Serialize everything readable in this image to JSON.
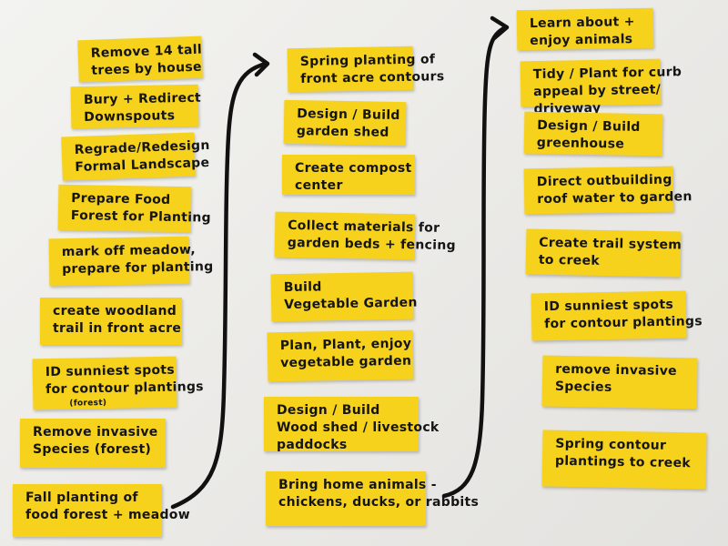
{
  "columns": [
    {
      "notes": [
        {
          "lines": [
            "Remove 14 tall",
            "trees by house"
          ]
        },
        {
          "lines": [
            "Bury + Redirect",
            "Downspouts"
          ]
        },
        {
          "lines": [
            "Regrade/Redesign",
            "Formal Landscape"
          ]
        },
        {
          "lines": [
            "Prepare Food",
            "Forest for Planting"
          ]
        },
        {
          "lines": [
            "mark off meadow,",
            "prepare for planting"
          ]
        },
        {
          "lines": [
            "create woodland",
            "trail in front acre"
          ]
        },
        {
          "lines": [
            "ID sunniest spots",
            "for contour plantings"
          ],
          "sub": "(forest)"
        },
        {
          "lines": [
            "Remove invasive",
            "Species (forest)"
          ]
        },
        {
          "lines": [
            "Fall planting of",
            "food forest + meadow"
          ]
        }
      ]
    },
    {
      "notes": [
        {
          "lines": [
            "Spring planting of",
            "front acre contours"
          ]
        },
        {
          "lines": [
            "Design / Build",
            "garden shed"
          ]
        },
        {
          "lines": [
            "Create compost",
            "center"
          ]
        },
        {
          "lines": [
            "Collect materials for",
            "garden beds + fencing"
          ]
        },
        {
          "lines": [
            "Build",
            "Vegetable Garden"
          ]
        },
        {
          "lines": [
            "Plan, Plant, enjoy",
            "vegetable garden"
          ]
        },
        {
          "lines": [
            "Design / Build",
            "Wood shed / livestock",
            "paddocks"
          ]
        },
        {
          "lines": [
            "Bring home animals -",
            "chickens, ducks, or rabbits"
          ]
        }
      ]
    },
    {
      "notes": [
        {
          "lines": [
            "Learn about +",
            "enjoy animals"
          ]
        },
        {
          "lines": [
            "Tidy / Plant for curb",
            "appeal by street/",
            "driveway"
          ]
        },
        {
          "lines": [
            "Design / Build",
            "greenhouse"
          ]
        },
        {
          "lines": [
            "Direct outbuilding",
            "roof water to garden"
          ]
        },
        {
          "lines": [
            "Create trail system",
            "to creek"
          ]
        },
        {
          "lines": [
            "ID sunniest spots",
            "for contour plantings"
          ]
        },
        {
          "lines": [
            "remove invasive",
            "Species"
          ]
        },
        {
          "lines": [
            "Spring contour",
            "plantings to creek"
          ]
        }
      ]
    }
  ]
}
